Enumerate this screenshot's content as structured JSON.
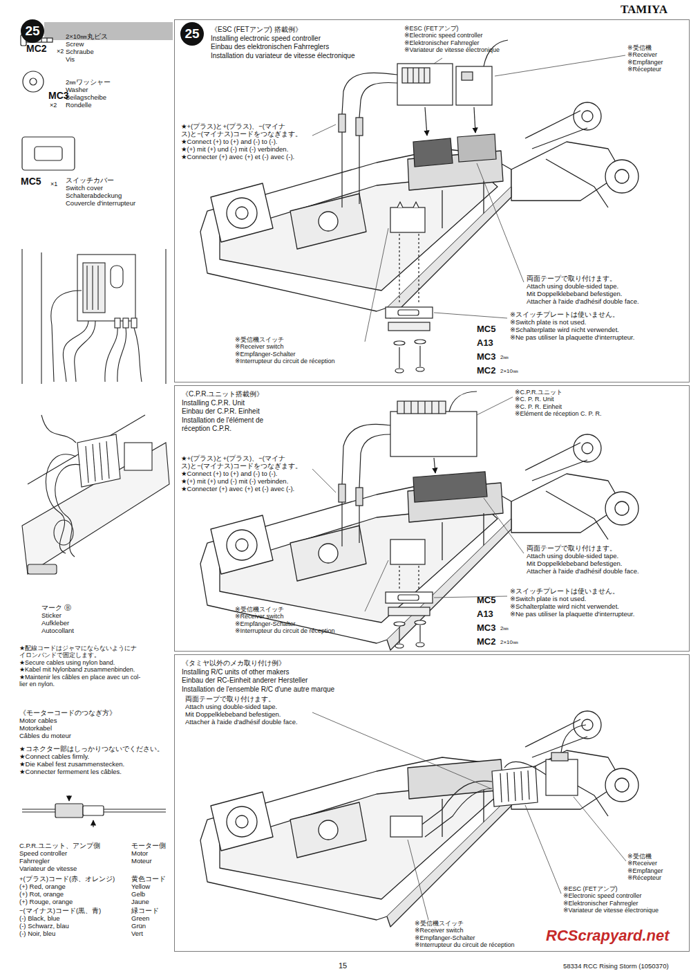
{
  "diagram": {
    "nodes": [
      {
        "text": [
          "25"
        ]
      },
      {
        "text": [
          "《ESC (FETアンプ) 搭載例》",
          "Installing electronic speed controller",
          "Einbau des elektronischen Fahrreglers",
          "Installation du variateur de vitesse électronique"
        ]
      },
      {
        "text": [
          "25"
        ],
        "in": 1
      },
      {
        "text": [
          "《C.P.R.ユニット搭載例》",
          "Installing C.P.R. Unit",
          "Einbau der C.P.R. Einheit",
          "Installation de l'élément de",
          "réception C.P.R."
        ]
      },
      {
        "text": [
          "《タミヤ以外のメカ取り付け例》",
          "Installing R/C units of other makers",
          "Einbau der RC-Einheit anderer Hersteller",
          "Installation de l'ensemble R/C d'une autre marque"
        ]
      }
    ],
    "labels": [
      "TAMIYA",
      "MC2",
      "×2",
      "2×10㎜丸ビス",
      "Screw",
      "Schraube",
      "Vis",
      "MC3",
      "×2",
      "2㎜ワッシャー",
      "Washer",
      "Beilagscheibe",
      "Rondelle",
      "MC5",
      "×1",
      "スイッチカバー",
      "Switch cover",
      "Schalterabdeckung",
      "Couvercle d'interrupteur",
      "マーク Ⓑ",
      "Sticker",
      "Aufkleber",
      "Autocollant",
      "★配線コードはジャマにならないようにナ",
      "イロンバンドで固定します。",
      "★Secure cables using nylon band.",
      "★Kabel mit Nylonband zusammenbinden.",
      "★Maintenir les câbles en place avec un col-",
      "lier en nylon.",
      "《モーターコードのつなぎ方》",
      "Motor cables",
      "Motorkabel",
      "Câbles du moteur",
      "★コネクター部はしっかりつないでください。",
      "★Connect cables firmly.",
      "★Die Kabel fest zusammenstecken.",
      "★Connecter fermement les câbles.",
      "C.P.R.ユニット、アンプ側",
      "Speed controller",
      "Fahrregler",
      "Variateur de vitesse",
      "モーター側",
      "Motor",
      "Moteur",
      "+(プラス)コード(赤、オレンジ)",
      "(+) Red, orange",
      "(+) Rot, orange",
      "(+) Rouge, orange",
      "黄色コード",
      "Yellow",
      "Gelb",
      "Jaune",
      "−(マイナス)コード(黒、青)",
      "(-) Black, blue",
      "(-) Schwarz, blau",
      "(-) Noir, bleu",
      "緑コード",
      "Green",
      "Grün",
      "Vert",
      "※ESC (FETアンプ)",
      "※Electronic speed controller",
      "※Elektronischer Fahrregler",
      "※Variateur de vitesse électronique",
      "※受信機",
      "※Receiver",
      "※Empfänger",
      "※Récepteur",
      "★+(プラス)と+(プラス)、−(マイナ",
      "ス)と−(マイナス)コードをつなぎます。",
      "★Connect (+) to (+) and (-) to (-).",
      "★(+) mit (+) und (-) mit (-) verbinden.",
      "★Connecter (+) avec (+) et (-) avec (-).",
      "両面テープで取り付けます。",
      "Attach using double-sided tape.",
      "Mit Doppelklebeband befestigen.",
      "Attacher à l'aide d'adhésif double face.",
      "MC5",
      "A13",
      "MC3",
      "2㎜",
      "MC2",
      "2×10㎜",
      "※スイッチプレートは使いません。",
      "※Switch plate is not used.",
      "※Schalterplatte wird nicht verwendet.",
      "※Ne pas utiliser la plaquette d'interrupteur.",
      "※受信機スイッチ",
      "※Receiver switch",
      "※Empfänger-Schalter",
      "※Interrupteur du circuit de réception",
      "※C.P.R.ユニット",
      "※C. P. R. Unit",
      "※C. P. R. Einheit",
      "※Elément de réception C. P. R.",
      "★+(プラス)と+(プラス)、−(マイナ",
      "ス)と−(マイナス)コードをつなぎます。",
      "★Connect (+) to (+) and (-) to (-).",
      "★(+) mit (+) und (-) mit (-) verbinden.",
      "★Connecter (+) avec (+) et (-) avec (-).",
      "両面テープで取り付けます。",
      "Attach using double-sided tape.",
      "Mit Doppelklebeband befestigen.",
      "Attacher à l'aide d'adhésif double face.",
      "MC5",
      "A13",
      "MC3",
      "2㎜",
      "MC2",
      "2×10㎜",
      "※スイッチプレートは使いません。",
      "※Switch plate is not used.",
      "※Schalterplatte wird nicht verwendet.",
      "※Ne pas utiliser la plaquette d'interrupteur.",
      "※受信機スイッチ",
      "※Receiver switch",
      "※Empfänger-Schalter",
      "※Interrupteur du circuit de réception",
      "両面テープで取り付けます。",
      "Attach using double-sided tape.",
      "Mit Doppelklebeband befestigen.",
      "Attacher à l'aide d'adhésif double face.",
      "※受信機",
      "※Receiver",
      "※Empfänger",
      "※Récepteur",
      "※ESC (FETアンプ)",
      "※Electronic speed controller",
      "※Elektronischer Fahrregler",
      "※Variateur de vitesse électronique",
      "※受信機スイッチ",
      "※Receiver switch",
      "※Empfänger-Schalter",
      "※Interrupteur du circuit de réception",
      "RCScrapyard.net",
      "15",
      "58334 RCC Rising Storm (1050370)"
    ]
  }
}
